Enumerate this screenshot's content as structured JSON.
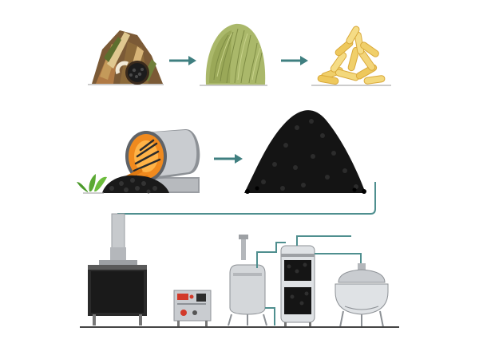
{
  "diagram": {
    "description_free": true,
    "colors": {
      "arrow": "#3f7f80",
      "pipe": "#4f8f8f",
      "char": "#1a1a1a",
      "steel": "#c9ccd0",
      "steel_dark": "#8d9196",
      "husk_brown": "#9c6a3c",
      "fiber_green": "#aab86a",
      "pellet_yellow": "#f0cf6a",
      "fire": "#f08a1e",
      "ground": "#444444"
    },
    "stages": [
      {
        "id": "raw-biomass-husks",
        "icon": "coconut-husk-icon"
      },
      {
        "id": "shredded-fiber",
        "icon": "fiber-mound-icon"
      },
      {
        "id": "dried-sticks",
        "icon": "dried-sticks-icon"
      },
      {
        "id": "rotary-kiln",
        "icon": "rotary-kiln-icon"
      },
      {
        "id": "charcoal-heap",
        "icon": "charcoal-heap-icon"
      },
      {
        "id": "furnace",
        "icon": "furnace-icon"
      },
      {
        "id": "control-cabinet",
        "icon": "control-cabinet-icon"
      },
      {
        "id": "mixing-tank",
        "icon": "mixing-tank-icon"
      },
      {
        "id": "filter-column",
        "icon": "filter-column-icon"
      },
      {
        "id": "evaporator-kettle",
        "icon": "kettle-icon"
      }
    ],
    "arrows": [
      {
        "from": "raw-biomass-husks",
        "to": "shredded-fiber"
      },
      {
        "from": "shredded-fiber",
        "to": "dried-sticks"
      },
      {
        "from": "rotary-kiln",
        "to": "charcoal-heap"
      }
    ]
  }
}
